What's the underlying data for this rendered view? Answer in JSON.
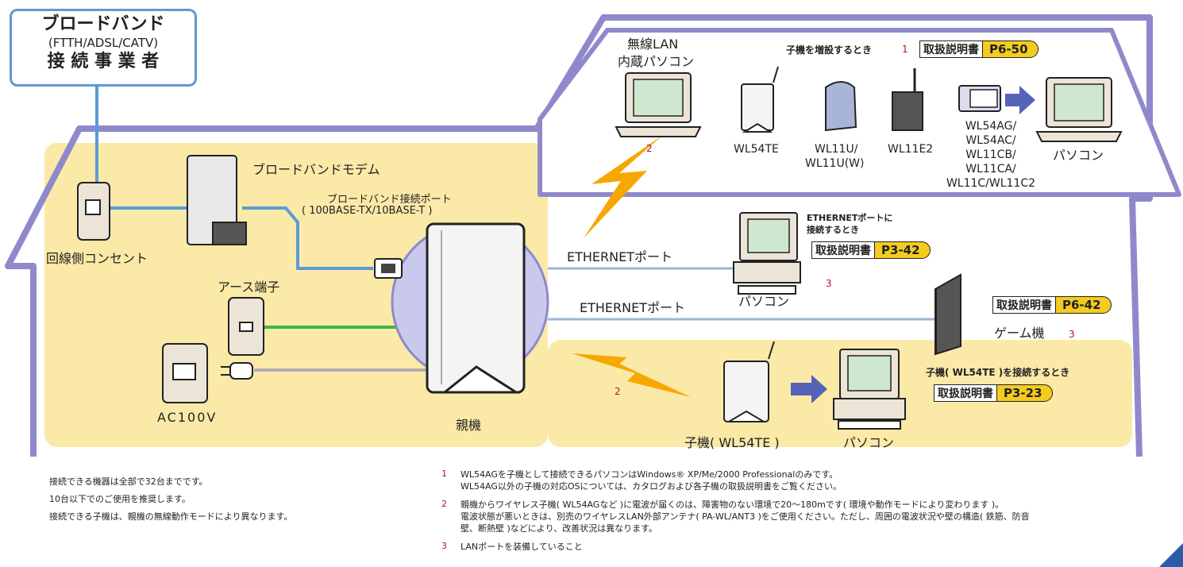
{
  "provider": {
    "line1": "ブロードバンド",
    "line2": "(FTTH/ADSL/CATV)",
    "line3": "接 続 事 業 者"
  },
  "labels": {
    "outlet": "回線側コンセント",
    "modem": "ブロードバンドモデム",
    "port_title": "ブロードバンド接続ポート",
    "port_spec": "( 100BASE-TX/10BASE-T )",
    "earth": "アース端子",
    "ac": "AC100V",
    "base": "親機",
    "eth1": "ETHERNETポート",
    "eth2": "ETHERNETポート",
    "pc_eth": "パソコン",
    "game": "ゲーム機",
    "child_name": "子機( WL54TE )",
    "pc_child": "パソコン",
    "wlan_pc_l1": "無線LAN",
    "wlan_pc_l2": "内蔵パソコン",
    "wl54te": "WL54TE",
    "wl11u": "WL11U/",
    "wl11u_w": "WL11U(W)",
    "wl11e2": "WL11E2",
    "wl54ag_list": [
      "WL54AG/",
      "WL54AC/",
      "WL11CB/",
      "WL11CA/",
      "WL11C/WL11C2"
    ],
    "pc_top": "パソコン"
  },
  "callouts": {
    "add_child": "子機を増設するとき",
    "eth_connect_l1": "ETHERNETポートに",
    "eth_connect_l2": "接続するとき",
    "child_connect": "子機( WL54TE )を接続するとき"
  },
  "manual_refs": [
    {
      "label": "取扱説明書",
      "page": "P6-50"
    },
    {
      "label": "取扱説明書",
      "page": "P3-42"
    },
    {
      "label": "取扱説明書",
      "page": "P6-42"
    },
    {
      "label": "取扱説明書",
      "page": "P3-23"
    }
  ],
  "markers": {
    "m1": "1",
    "m2a": "2",
    "m2b": "2",
    "m3a": "3",
    "m3b": "3"
  },
  "notes_left": [
    "接続できる機器は全部で32台までです。",
    "10台以下でのご使用を推奨します。",
    "接続できる子機は、親機の無線動作モードにより異なります。"
  ],
  "notes_right": [
    {
      "num": "1",
      "lines": [
        "WL54AGを子機として接続できるパソコンはWindows® XP/Me/2000 Professionalのみです。",
        "WL54AG以外の子機の対応OSについては、カタログおよび各子機の取扱説明書をご覧ください。"
      ]
    },
    {
      "num": "2",
      "lines": [
        "親機からワイヤレス子機( WL54AGなど )に電波が届くのは、障害物のない環境で20～180mです( 環境や動作モードにより変わります )。",
        "電波状態が悪いときは、別売のワイヤレスLAN外部アンテナ( PA-WL/ANT3 )をご使用ください。ただし、周囲の電波状況や壁の構造( 鉄筋、防音",
        "壁、断熱壁 )などにより、改善状況は異なります。"
      ]
    },
    {
      "num": "3",
      "lines": [
        "LANポートを装備していること"
      ]
    }
  ],
  "colors": {
    "house_outline": "#8f89cc",
    "zone_fill": "#fbe9a8",
    "cable_blue": "#5b9bd5",
    "cable_green": "#3bb54a",
    "bolt": "#f5a800",
    "manual_tag": "#f4cc1e"
  }
}
